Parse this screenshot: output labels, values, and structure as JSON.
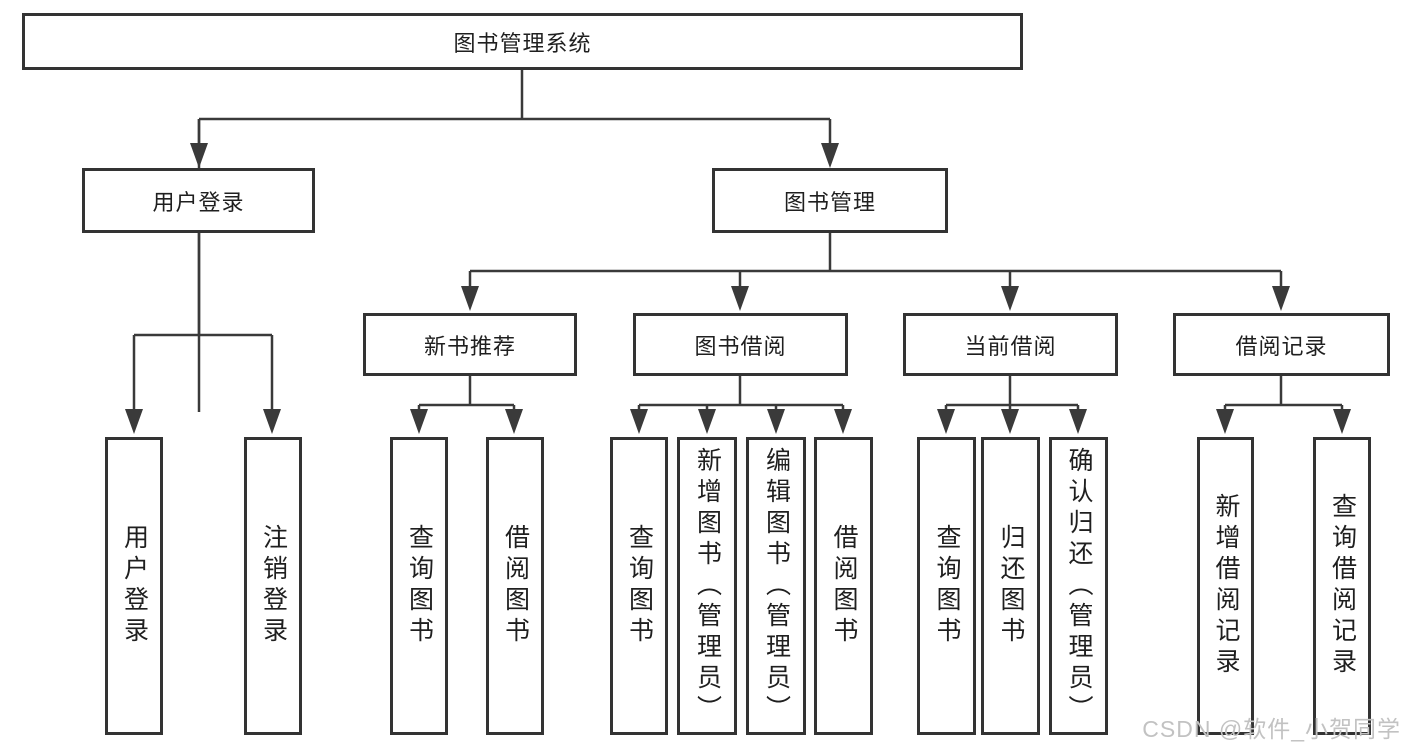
{
  "colors": {
    "line": "#3a3a3a",
    "box_border": "#333333",
    "text": "#1f1f1f",
    "watermark": "#c2c2c2",
    "background": "#ffffff"
  },
  "tree": {
    "root": {
      "label": "图书管理系统"
    },
    "branches": [
      {
        "label": "用户登录",
        "children": [
          {
            "label": "用户登录"
          },
          {
            "label": "注销登录"
          }
        ]
      },
      {
        "label": "图书管理",
        "sections": [
          {
            "label": "新书推荐",
            "children": [
              {
                "label": "查询图书"
              },
              {
                "label": "借阅图书"
              }
            ]
          },
          {
            "label": "图书借阅",
            "children": [
              {
                "label": "查询图书"
              },
              {
                "label": "新增图书（管理员）"
              },
              {
                "label": "编辑图书（管理员）"
              },
              {
                "label": "借阅图书"
              }
            ]
          },
          {
            "label": "当前借阅",
            "children": [
              {
                "label": "查询图书"
              },
              {
                "label": "归还图书"
              },
              {
                "label": "确认归还（管理员）"
              }
            ]
          },
          {
            "label": "借阅记录",
            "children": [
              {
                "label": "新增借阅记录"
              },
              {
                "label": "查询借阅记录"
              }
            ]
          }
        ]
      }
    ]
  },
  "watermark": {
    "text": "CSDN @软件_小贺同学"
  }
}
